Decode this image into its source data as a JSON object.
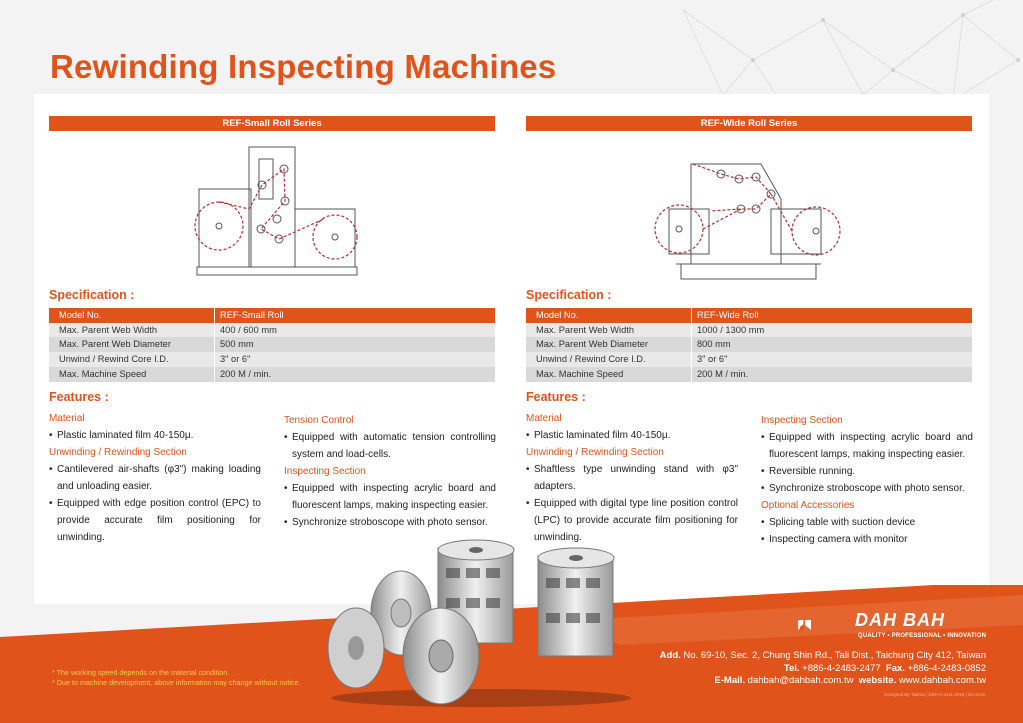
{
  "title": "Rewinding Inspecting Machines",
  "colors": {
    "accent": "#e0541c",
    "table_head": "#e0541c",
    "row_light": "#e9e9e9",
    "row_dark": "#d9d9d9"
  },
  "left": {
    "series": "REF-Small Roll Series",
    "spec_heading": "Specification :",
    "spec": [
      {
        "label": "Model No.",
        "value": "REF-Small Roll"
      },
      {
        "label": "Max. Parent Web Width",
        "value": "400 / 600 mm"
      },
      {
        "label": "Max. Parent Web Diameter",
        "value": "500 mm"
      },
      {
        "label": "Unwind / Rewind Core I.D.",
        "value": "3\" or 6\""
      },
      {
        "label": "Max. Machine Speed",
        "value": "200 M / min."
      }
    ],
    "features_heading": "Features :",
    "col1": {
      "material_h": "Material",
      "material_1": "Plastic laminated film 40-150μ.",
      "unwind_h": "Unwinding / Rewinding Section",
      "unwind_1": "Cantilevered air-shafts (φ3\") making loading and unloading easier.",
      "unwind_2": "Equipped with edge position control (EPC) to provide accurate film positioning for unwinding."
    },
    "col2": {
      "tension_h": "Tension Control",
      "tension_1": "Equipped with automatic tension controlling system and load-cells.",
      "inspect_h": "Inspecting Section",
      "inspect_1": "Equipped with inspecting acrylic board and fluorescent lamps, making inspecting easier.",
      "inspect_2": "Synchronize stroboscope with photo sensor."
    }
  },
  "right": {
    "series": "REF-Wide Roll Series",
    "spec_heading": "Specification :",
    "spec": [
      {
        "label": "Model No.",
        "value": "REF-Wide Roll"
      },
      {
        "label": "Max. Parent Web Width",
        "value": "1000 / 1300 mm"
      },
      {
        "label": "Max. Parent Web Diameter",
        "value": "800 mm"
      },
      {
        "label": "Unwind / Rewind Core I.D.",
        "value": "3\" or 6\""
      },
      {
        "label": "Max. Machine Speed",
        "value": "200 M / min."
      }
    ],
    "features_heading": "Features :",
    "col1": {
      "material_h": "Material",
      "material_1": "Plastic laminated film 40-150μ.",
      "unwind_h": "Unwinding / Rewinding Section",
      "unwind_1": "Shaftless type unwinding stand with φ3\" adapters.",
      "unwind_2": "Equipped with digital type line position control (LPC) to provide accurate film positioning for unwinding."
    },
    "col2": {
      "inspect_h": "Inspecting Section",
      "inspect_1": "Equipped with inspecting acrylic board and fluorescent lamps, making inspecting easier.",
      "inspect_2": "Reversible running.",
      "inspect_3": "Synchronize stroboscope with photo sensor.",
      "optional_h": "Optional Accessories",
      "optional_1": "Splicing table with suction device",
      "optional_2": "Inspecting camera with monitor"
    }
  },
  "notes": [
    "* The working speed depends on the material condition.",
    "* Due to machine development, above information may change without notice."
  ],
  "brand": {
    "name": "DAH BAH",
    "tagline": "QUALITY • PROFESSIONAL • INNOVATION"
  },
  "contact": {
    "addr_label": "Add.",
    "addr": "No. 69-10, Sec. 2, Chung Shin Rd., Tali Dist., Taichung City 412, Taiwan",
    "tel_label": "Tel.",
    "tel": "+886-4-2483-2477",
    "fax_label": "Fax.",
    "fax": "+886-4-2483-0852",
    "email_label": "E-Mail.",
    "email": "dahbah@dahbah.com.tw",
    "web_label": "website.",
    "web": "www.dahbah.com.tw"
  },
  "credit": "Designed By Tabara | DBH-A 2411-2016 | E2 2016"
}
